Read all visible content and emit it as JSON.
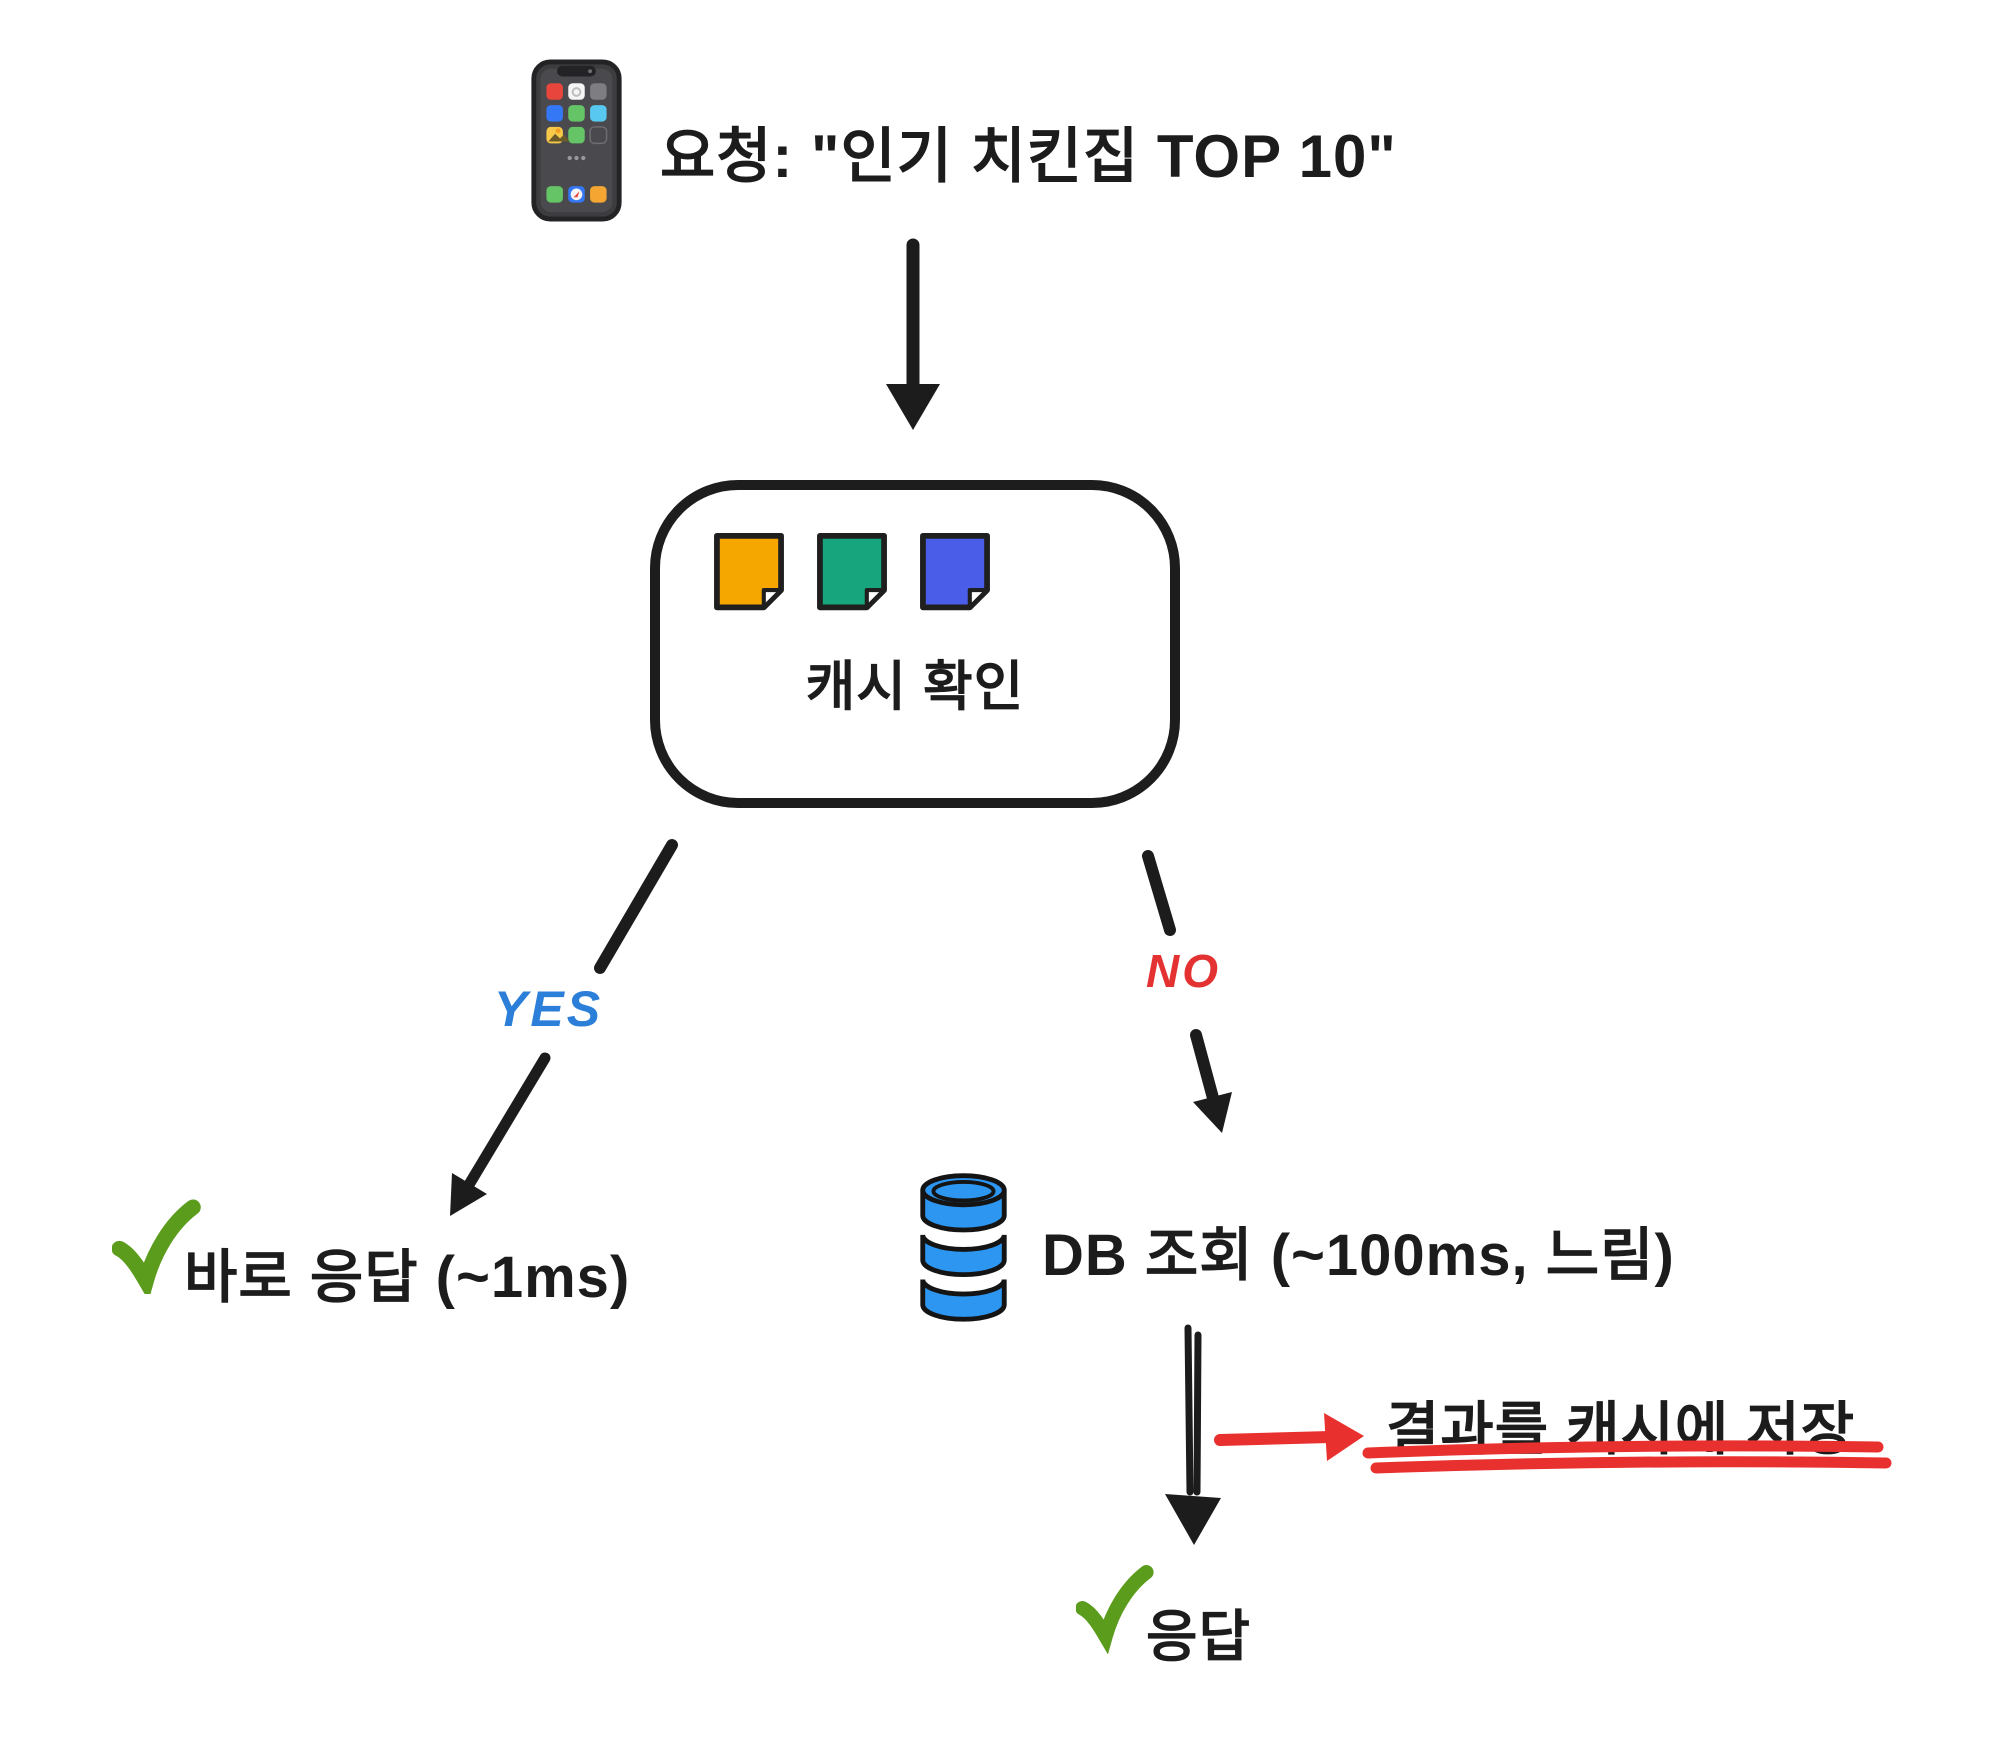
{
  "diagram": {
    "title_request": "요청: \"인기 치킨집 TOP 10\"",
    "cache_check": {
      "label": "캐시 확인",
      "sticky_notes": [
        "orange",
        "green",
        "blue"
      ]
    },
    "branch_yes": {
      "label": "YES",
      "result": "바로 응답 (~1ms)"
    },
    "branch_no": {
      "label": "NO",
      "db_step": "DB 조회 (~100ms, 느림)",
      "save_annotation": "결과를 캐시에 저장",
      "result": "응답"
    },
    "icons": {
      "phone": "smartphone-icon",
      "database": "database-icon",
      "check_yes": "checkmark-icon",
      "check_response": "checkmark-icon"
    },
    "colors": {
      "ink": "#1c1c1c",
      "yes_blue": "#2b7fd9",
      "no_red": "#e33231",
      "accent_red": "#e8312e",
      "check_green": "#5b9c1d",
      "note_orange": "#f5a700",
      "note_green": "#16a57c",
      "note_blue": "#4a5de8",
      "db_blue": "#2d96f0"
    }
  }
}
